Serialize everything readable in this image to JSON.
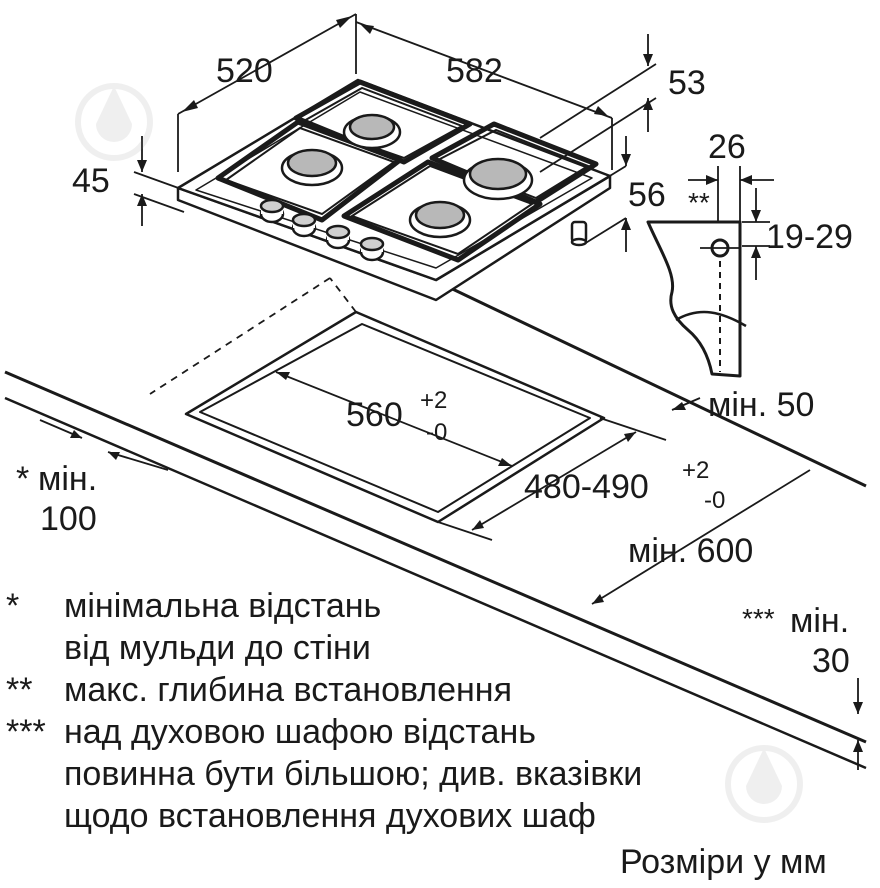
{
  "dimensions": {
    "width": "520",
    "length": "582",
    "top_right": "53",
    "height": "45",
    "side_depth": "56",
    "bracket_width": "26",
    "bracket_mark": "**",
    "bracket_range": "19-29",
    "cutout_width": "560",
    "cutout_width_tol_plus": "+2",
    "cutout_width_tol_minus": "-0",
    "cutout_depth": "480-490",
    "cutout_depth_tol_plus": "+2",
    "cutout_depth_tol_minus": "-0",
    "min_50": "мін. 50",
    "min_100_star": "*",
    "min_100_label": "мін.",
    "min_100_value": "100",
    "min_600": "мін. 600",
    "min_30_stars": "***",
    "min_30_label": "мін.",
    "min_30_value": "30"
  },
  "notes": [
    {
      "mark": "*",
      "lines": [
        "мінімальна відстань",
        "від мульди до стіни"
      ]
    },
    {
      "mark": "**",
      "lines": [
        "макс. глибина встановлення"
      ]
    },
    {
      "mark": "***",
      "lines": [
        "над духовою шафою відстань",
        "повинна бути більшою; див. вказівки",
        "щодо встановлення духових шаф"
      ]
    }
  ],
  "units_label": "Розміри у мм",
  "colors": {
    "line": "#1a1a1a",
    "burner": "#b8b8b8",
    "watermark": "#8a8a8a"
  },
  "watermark_icon": "drop-logo-icon"
}
